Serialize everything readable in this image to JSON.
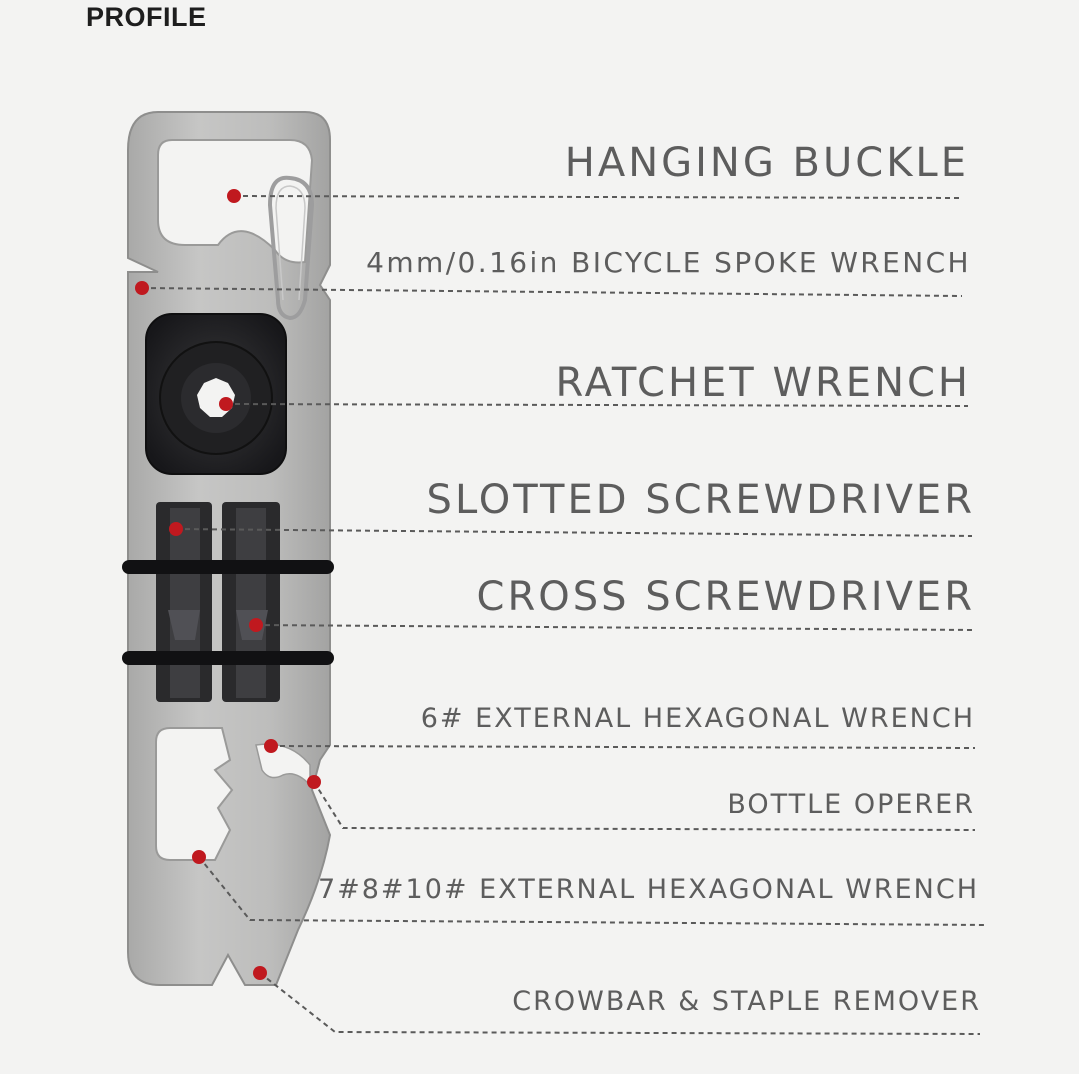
{
  "header": {
    "title": "PROFILE"
  },
  "callouts": [
    {
      "id": "hanging-buckle",
      "label": "HANGING BUCKLE"
    },
    {
      "id": "spoke-wrench",
      "label": "4mm/0.16in BICYCLE SPOKE WRENCH"
    },
    {
      "id": "ratchet-wrench",
      "label": "RATCHET WRENCH"
    },
    {
      "id": "slotted-screwdriver",
      "label": "SLOTTED SCREWDRIVER"
    },
    {
      "id": "cross-screwdriver",
      "label": "CROSS SCREWDRIVER"
    },
    {
      "id": "hex-wrench-6",
      "label": "6# EXTERNAL HEXAGONAL WRENCH"
    },
    {
      "id": "bottle-opener",
      "label": "BOTTLE OPERER"
    },
    {
      "id": "hex-wrench-7-8-10",
      "label": "7#8#10# EXTERNAL HEXAGONAL WRENCH"
    },
    {
      "id": "crowbar",
      "label": "CROWBAR & STAPLE REMOVER"
    }
  ],
  "colors": {
    "background": "#f3f3f2",
    "tool_body": "#bdbdbc",
    "marker": "#c0191f",
    "label_text": "#5d5d5d",
    "title_text": "#1e1e1e"
  }
}
